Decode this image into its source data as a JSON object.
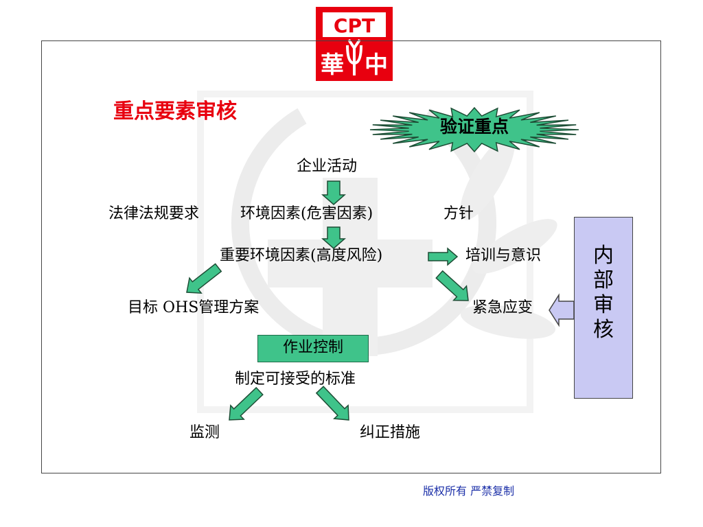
{
  "logo": {
    "top_text": "CPT",
    "left_char": "華",
    "right_char": "中",
    "color": "#e8000f"
  },
  "title": "重点要素审核",
  "badge": {
    "label": "验证重点",
    "color": "#3fc38a"
  },
  "nodes": {
    "activity": "企业活动",
    "law": "法律法规要求",
    "env_factor": "环境因素(危害因素)",
    "policy": "方针",
    "significant": "重要环境因素(高度风险)",
    "training": "培训与意识",
    "objectives": "目标  OHS管理方案",
    "emergency": "紧急应变",
    "standard": "制定可接受的标准",
    "monitoring": "监测",
    "corrective": "纠正措施"
  },
  "operation_box": {
    "label": "作业控制",
    "color": "#3fc38a"
  },
  "audit_box": {
    "label": "内部审核",
    "color": "#c9c9f3"
  },
  "footer": "版权所有  严禁复制",
  "arrow_color": "#3fc38a"
}
